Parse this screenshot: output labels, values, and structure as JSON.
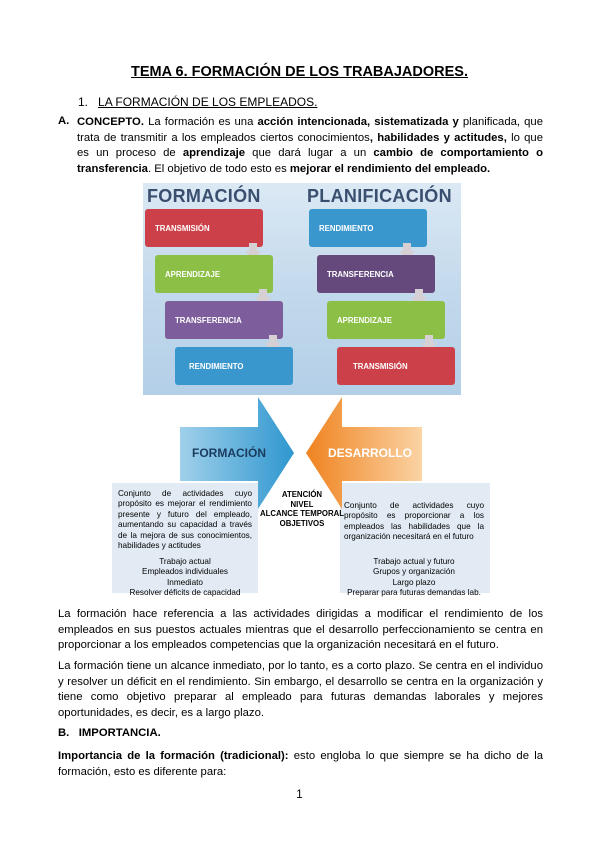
{
  "title": "TEMA 6. FORMACIÓN DE LOS TRABAJADORES.",
  "section1": {
    "number": "1.",
    "label": "LA FORMACIÓN DE LOS EMPLEADOS."
  },
  "concept": {
    "letter": "A.",
    "parts": [
      {
        "t": "CONCEPTO.",
        "b": true
      },
      {
        "t": " La formación es una ",
        "b": false
      },
      {
        "t": "acción intencionada, sistematizada y",
        "b": true
      },
      {
        "t": " planificada, que trata de transmitir a los empleados ciertos conocimientos",
        "b": false
      },
      {
        "t": ", habilidades y actitudes,",
        "b": true
      },
      {
        "t": " lo que es un proceso de ",
        "b": false
      },
      {
        "t": "aprendizaje",
        "b": true
      },
      {
        "t": " que dará lugar a un ",
        "b": false
      },
      {
        "t": "cambio de comportamiento o transferencia",
        "b": true
      },
      {
        "t": ". El objetivo de todo esto es ",
        "b": false
      },
      {
        "t": "mejorar el rendimiento del empleado.",
        "b": true
      }
    ]
  },
  "figure1": {
    "left_title": "FORMACIÓN",
    "right_title": "PLANIFICACIÓN",
    "left_steps": [
      "TRANSMISIÓN",
      "APRENDIZAJE",
      "TRANSFERENCIA",
      "RENDIMIENTO"
    ],
    "right_steps": [
      "RENDIMIENTO",
      "TRANSFERENCIA",
      "APRENDIZAJE",
      "TRANSMISIÓN"
    ],
    "colors": {
      "red": "#cc4149",
      "green": "#8bbf46",
      "purple": "#7e5d9c",
      "blue": "#3a97cd",
      "dark_purple": "#65497c",
      "arrow": "#d6cfd3"
    }
  },
  "figure2": {
    "left_arrow": "FORMACIÓN",
    "right_arrow": "DESARROLLO",
    "center": [
      "ATENCIÓN",
      "NIVEL",
      "ALCANCE TEMPORAL",
      "OBJETIVOS"
    ],
    "left_text": "Conjunto de actividades cuyo propósito es mejorar el rendimiento presente y futuro del empleado, aumentando su capacidad a través de la mejora de sus conocimientos, habilidades y actitudes",
    "left_list": [
      "Trabajo actual",
      "Empleados individuales",
      "Inmediato",
      "Resolver déficits de capacidad"
    ],
    "right_text": "Conjunto de actividades cuyo propósito es proporcionar a los empleados las habilidades que la organización necesitará en el futuro",
    "right_list": [
      "Trabajo actual y futuro",
      "Grupos y organización",
      "Largo plazo",
      "Preparar para futuras demandas lab."
    ],
    "colors": {
      "left_arrow": "#3aa3d6",
      "right_arrow": "#f08a26",
      "panel": "#e2ebf4"
    }
  },
  "para1": "La formación hace referencia a las actividades dirigidas a modificar el rendimiento de los empleados en sus puestos actuales mientras que el desarrollo perfeccionamiento se centra en proporcionar a los empleados competencias que la organización necesitará en el futuro.",
  "para2": "La formación tiene un alcance inmediato, por lo tanto, es a corto plazo. Se centra en el individuo y resolver un déficit en el rendimiento. Sin embargo, el desarrollo se centra en la organización y tiene como objetivo preparar al empleado para futuras demandas laborales y mejores oportunidades, es decir, es a largo plazo.",
  "importance": {
    "letter": "B.",
    "label": "IMPORTANCIA."
  },
  "para3": {
    "bold": "Importancia de la formación (tradicional):",
    "rest": " esto engloba lo que siempre se ha dicho de la formación, esto es diferente para:"
  },
  "page_number": "1"
}
